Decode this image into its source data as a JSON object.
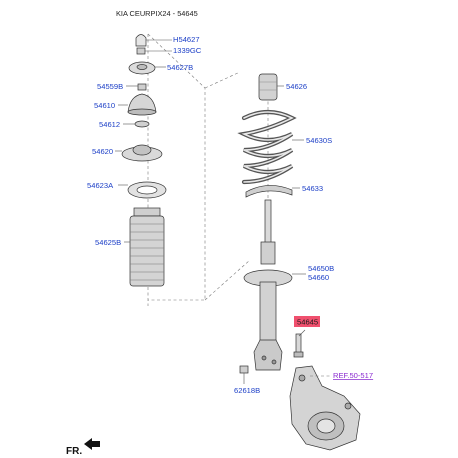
{
  "header": {
    "title": "KIA CEURPIX24 - 54645"
  },
  "colors": {
    "label": "#1c3fc7",
    "reference": "#8a2bd0",
    "highlight": "#f0506e",
    "part_fill": "#d9d9d9"
  },
  "labels": {
    "nut_cap": "H54627",
    "nut": "1339GC",
    "insulator_plate": "54627B",
    "bearing_nut": "54559B",
    "mount": "54610",
    "washer": "54612",
    "seat": "54620",
    "spring_pad": "54623A",
    "dust_cover": "54625B",
    "bumper": "54626",
    "coil_spring": "54630S",
    "lower_pad": "54633",
    "strut_a": "54650B",
    "strut_b": "54660",
    "bolt_highlighted": "54645",
    "nut_lower": "62618B",
    "reference": "REF.50-517"
  },
  "footer": {
    "direction": "FR."
  },
  "icons": {
    "direction_arrow": "arrow-left-icon"
  }
}
